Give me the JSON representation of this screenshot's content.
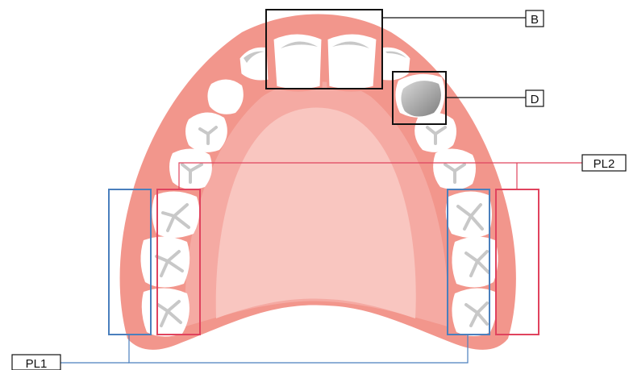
{
  "labels": {
    "b": "B",
    "d": "D",
    "pl1": "PL1",
    "pl2": "PL2"
  },
  "colors": {
    "gum_outer": "#f2968c",
    "palate_mid": "#f5aaa3",
    "palate_inner": "#f9c6c0",
    "tooth": "#ffffff",
    "fissure": "#c8c8c8",
    "pl1_box": "#4a7fbd",
    "pl2_box": "#e0435e",
    "frame": "#111111"
  }
}
